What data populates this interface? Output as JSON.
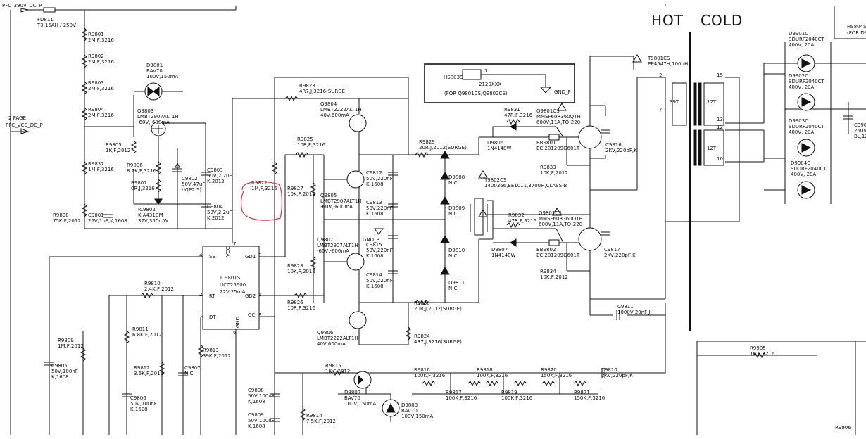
{
  "labels": {
    "hot": "HOT",
    "cold": "COLD",
    "pfc_390v": "PFC_390V_DC_P",
    "two_page": "2 PAGE",
    "pfc_vcc": "PFC_VCC_DC_P",
    "gnd_p": "GND_P",
    "gnd_p2": "GND_P"
  },
  "hs_box": {
    "ref": "HS803S",
    "code": "2120XXX",
    "note": "(FOR Q9801CS,Q9802CS)",
    "pin": "1",
    "gnd": "GND_P"
  },
  "hs_corner": {
    "ref": "HS804S",
    "note": "(FOR D9"
  },
  "transformer": {
    "ref": "T9801CS",
    "spec": "EE4547H,700uH",
    "primary_turns": "39T",
    "sec_turns_a": "12T",
    "sec_turns_b": "12T",
    "pins": [
      "2",
      "7",
      "15",
      "13",
      "12",
      "10"
    ]
  },
  "ic": {
    "ref": "IC9801S",
    "part": "UCC25600",
    "rating": "22V,25mA",
    "pins": {
      "ss": "SS",
      "ss_n": "4",
      "rt": "RT",
      "rt_n": "2",
      "dt": "DT",
      "dt_n": "1",
      "vcc": "VCC",
      "vcc_n": "7",
      "gnd": "GND",
      "gnd_n": "6",
      "gd1": "GD1",
      "gd1_n": "8",
      "gd2": "GD2",
      "gd2_n": "5",
      "oc": "OC",
      "oc_n": "3"
    }
  },
  "components": [
    {
      "id": "fd811",
      "ref": "FD811",
      "value": "T3.15AH / 250V"
    },
    {
      "id": "r9801",
      "ref": "R9801",
      "value": "2M,F,3216"
    },
    {
      "id": "r9802",
      "ref": "R9802",
      "value": "2M,F,3216"
    },
    {
      "id": "r9803",
      "ref": "R9803",
      "value": "2M,F,3216"
    },
    {
      "id": "r9804",
      "ref": "R9804",
      "value": "2M,F,3216"
    },
    {
      "id": "r9805",
      "ref": "R9805",
      "value": "1K,F,2012"
    },
    {
      "id": "r9837",
      "ref": "R9837",
      "value": "1M,F,3216"
    },
    {
      "id": "r9808",
      "ref": "R9808",
      "value": "75K,F,2012"
    },
    {
      "id": "c9801",
      "ref": "C9801",
      "value": "25V,1uF,K,1608"
    },
    {
      "id": "d9801",
      "ref": "D9801",
      "value": "BAV70",
      "value2": "100V,150mA"
    },
    {
      "id": "q9803",
      "ref": "Q9803",
      "value": "LMBT2907ALT1H",
      "value2": "-60V,-600mA"
    },
    {
      "id": "r9806",
      "ref": "R9806",
      "value": "8.2K,F,3216"
    },
    {
      "id": "r9807",
      "ref": "R9807",
      "value": "0R,J,3216"
    },
    {
      "id": "ic9802",
      "ref": "IC9802",
      "value": "KIA431BM",
      "value2": "37V,350mW"
    },
    {
      "id": "c9802",
      "ref": "C9802",
      "value": "50V,47uF",
      "value2": "LY(P2.5)"
    },
    {
      "id": "c9803",
      "ref": "C9803",
      "value": "50V,2.2uF",
      "value2": "K,2012"
    },
    {
      "id": "c9804",
      "ref": "C9804",
      "value": "50V,2.2uF",
      "value2": "K,2012"
    },
    {
      "id": "r9823",
      "ref": "R9823",
      "value": "4R7,J,3216(SURGE)"
    },
    {
      "id": "q9804",
      "ref": "Q9804",
      "value": "LMBT2222ALT1H",
      "value2": "40V,600mA"
    },
    {
      "id": "r9825",
      "ref": "R9825",
      "value": "10R,F,3216"
    },
    {
      "id": "r9822",
      "ref": "R9822",
      "value": "1M,F,3216"
    },
    {
      "id": "r9827",
      "ref": "R9827",
      "value": "10K,F,2012"
    },
    {
      "id": "q9805",
      "ref": "Q9805",
      "value": "LMBT2907ALT1H",
      "value2": "-60V,-600mA"
    },
    {
      "id": "c9812",
      "ref": "C9812",
      "value": "50V,220nF",
      "value2": "K,1608"
    },
    {
      "id": "c9813",
      "ref": "C9813",
      "value": "50V,220nF",
      "value2": "K,1608"
    },
    {
      "id": "q9807",
      "ref": "Q9807",
      "value": "LMBT2907ALT1H",
      "value2": "-60V,-600mA"
    },
    {
      "id": "c9815",
      "ref": "C9815",
      "value": "50V,220nF",
      "value2": "K,1608"
    },
    {
      "id": "r9828",
      "ref": "R9828",
      "value": "10K,F,2012"
    },
    {
      "id": "c9814",
      "ref": "C9814",
      "value": "50V,220nF",
      "value2": "K,1608"
    },
    {
      "id": "r9826",
      "ref": "R9826",
      "value": "10R,F,3216"
    },
    {
      "id": "q9806",
      "ref": "Q9806",
      "value": "LMBT2222ALT1H",
      "value2": "40V,600mA"
    },
    {
      "id": "r9824",
      "ref": "R9824",
      "value": "4R7,J,3216(SURGE)"
    },
    {
      "id": "r9829",
      "ref": "R9829",
      "value": "20R,J,2012(SURGE)"
    },
    {
      "id": "r9830",
      "ref": "R9830",
      "value": "20R,J,2012(SURGE)"
    },
    {
      "id": "d9808",
      "ref": "D9808",
      "value": "N.C"
    },
    {
      "id": "d9809",
      "ref": "D9809",
      "value": "N.C"
    },
    {
      "id": "d9810",
      "ref": "D9810",
      "value": "N.C"
    },
    {
      "id": "d9811",
      "ref": "D9811",
      "value": "N.C"
    },
    {
      "id": "t9802",
      "ref": "T9802CS",
      "value": "1400366,EE1011,370uH,CLASS-B"
    },
    {
      "id": "r9831",
      "ref": "R9831",
      "value": "47R,F,3216"
    },
    {
      "id": "d9806",
      "ref": "D9806",
      "value": "1N4148W"
    },
    {
      "id": "bb9801",
      "ref": "BB9801",
      "value": "ECI201209G601T"
    },
    {
      "id": "q9801",
      "ref": "Q9801CS",
      "value": "MMSF60R360QTH",
      "value2": "600V,11A,TO-220"
    },
    {
      "id": "r9833",
      "ref": "R9833",
      "value": "10K,F,2012"
    },
    {
      "id": "c9816",
      "ref": "C9816",
      "value": "2KV,220pF,K"
    },
    {
      "id": "r9832",
      "ref": "R9832",
      "value": "47R,F,3216"
    },
    {
      "id": "d9807",
      "ref": "D9807",
      "value": "1N4148W"
    },
    {
      "id": "bb9802",
      "ref": "BB9802",
      "value": "ECI201209G601T"
    },
    {
      "id": "q9802",
      "ref": "Q9802CS",
      "value": "MMSF60R360QTH",
      "value2": "600V,11A,TO-220"
    },
    {
      "id": "r9834",
      "ref": "R9834",
      "value": "10K,F,2012"
    },
    {
      "id": "c9817",
      "ref": "C9817",
      "value": "2KV,220pF,K"
    },
    {
      "id": "c9811",
      "ref": "C9811",
      "value": "1000V,20nF,J"
    },
    {
      "id": "r9810",
      "ref": "R9810",
      "value": "2.4K,F,2012"
    },
    {
      "id": "r9811",
      "ref": "R9811",
      "value": "6.8K,F,2012"
    },
    {
      "id": "r9812",
      "ref": "R9812",
      "value": "3.6K,F,2012"
    },
    {
      "id": "c9807",
      "ref": "C9807",
      "value": "N.C"
    },
    {
      "id": "r9813",
      "ref": "R9813",
      "value": "39K,F,2012"
    },
    {
      "id": "r9809",
      "ref": "R9809",
      "value": "1M,F,2012"
    },
    {
      "id": "c9805",
      "ref": "C9805",
      "value": "50V,100nF",
      "value2": "K,1608"
    },
    {
      "id": "c9806",
      "ref": "C9806",
      "value": "50V,100nF",
      "value2": "K,1608"
    },
    {
      "id": "c9808",
      "ref": "C9808",
      "value": "50V,100nF",
      "value2": "K,1608"
    },
    {
      "id": "c9809",
      "ref": "C9809",
      "value": "50V,100nF",
      "value2": "K,1608"
    },
    {
      "id": "r9815",
      "ref": "R9815",
      "value": "1K,F,2012"
    },
    {
      "id": "d9802",
      "ref": "D9802",
      "value": "BAV70",
      "value2": "100V,150mA"
    },
    {
      "id": "d9803",
      "ref": "D9803",
      "value": "BAV70",
      "value2": "100V,150mA"
    },
    {
      "id": "r9814",
      "ref": "R9814",
      "value": "7.5K,F,2012"
    },
    {
      "id": "r9816",
      "ref": "R9816",
      "value": "100K,F,3216"
    },
    {
      "id": "r9817",
      "ref": "R9817",
      "value": "100K,F,3216"
    },
    {
      "id": "r9818",
      "ref": "R9818",
      "value": "100K,F,3216"
    },
    {
      "id": "r9819",
      "ref": "R9819",
      "value": "100K,F,3216"
    },
    {
      "id": "r9820",
      "ref": "R9820",
      "value": "150K,F,3216"
    },
    {
      "id": "r9821",
      "ref": "R9821",
      "value": "150K,F,3216"
    },
    {
      "id": "c9810",
      "ref": "C9810",
      "value": "2KV,220pF,K"
    },
    {
      "id": "d9901",
      "ref": "D9901C",
      "value": "SDURF2040CT",
      "value2": "400V, 20A"
    },
    {
      "id": "d9902",
      "ref": "D9902C",
      "value": "SDURF2040CT",
      "value2": "400V, 20A"
    },
    {
      "id": "d9903",
      "ref": "D9903C",
      "value": "SDURF2040CT",
      "value2": "400V, 20A"
    },
    {
      "id": "d9904",
      "ref": "D9904C",
      "value": "SDURF2040CT",
      "value2": "400V, 20A"
    },
    {
      "id": "c990x",
      "ref": "C990",
      "value": "250V",
      "value2": "BL,12"
    },
    {
      "id": "r9905",
      "ref": "R9905",
      "value": "1K,F,3216"
    },
    {
      "id": "r9906",
      "ref": "R9906",
      "value": ""
    }
  ]
}
